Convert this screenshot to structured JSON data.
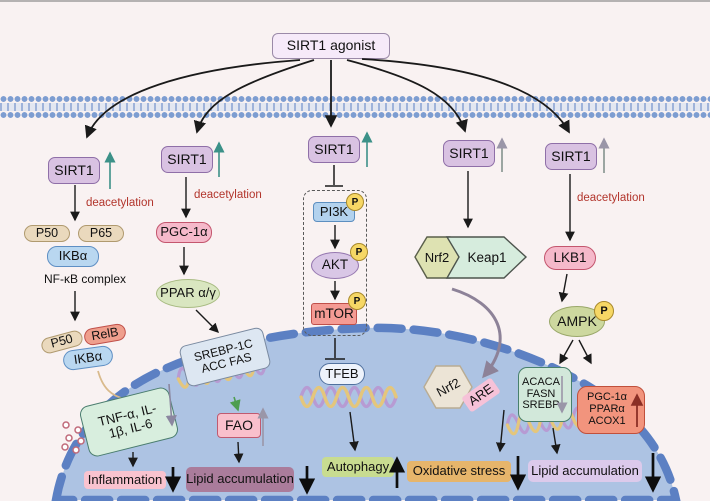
{
  "agonist": {
    "label": "SIRT1 agonist"
  },
  "shared": {
    "sirt1": "SIRT1",
    "deacetylation": "deacetylation",
    "phospho": "P"
  },
  "col1": {
    "p50": "P50",
    "p65": "P65",
    "ikba": "IKBα",
    "complex_caption": "NF-κB complex",
    "p50b": "P50",
    "relb": "RelB",
    "ikba2": "IKBα",
    "cytokines_line1": "TNF-α,  IL-",
    "cytokines_line2": "1β,  IL-6",
    "outcome": "Inflammation"
  },
  "col2": {
    "pgc1a": "PGC-1α",
    "ppar": "PPAR α/γ",
    "srebp_line1": "SREBP-1C",
    "srebp_line2": "ACC FAS",
    "fao": "FAO",
    "outcome": "Lipid accumulation"
  },
  "col3": {
    "pi3k": "PI3K",
    "akt": "AKT",
    "mtor": "mTOR",
    "tfeb": "TFEB",
    "outcome": "Autophagy"
  },
  "col4": {
    "nrf2": "Nrf2",
    "keap1": "Keap1",
    "nrf2_nuclear": "Nrf2",
    "are": "ARE",
    "outcome": "Oxidative stress"
  },
  "col5": {
    "lkb1": "LKB1",
    "ampk": "AMPK",
    "acaca_lines": {
      "0": "ACACA",
      "1": "FASN",
      "2": "SREBP"
    },
    "pgc_lines": {
      "0": "PGC-1α",
      "1": "PPARα",
      "2": "ACOX1"
    },
    "outcome": "Lipid accumulation"
  },
  "palette": {
    "background": "#f9f2f2",
    "cell_fill": "#adc3e3",
    "cell_border": "#5c80c3",
    "membrane": "#7d9dd1",
    "sirt1_fill": "#d9c2e2",
    "deacetylation_text": "#b2352c",
    "up_arrow_teal": "#3c9188",
    "phospho_fill": "#f6d765",
    "inflammation_fill": "#f9c3cf",
    "lipid_left_fill": "#aa7c9b",
    "autophagy_fill": "#c8dc90",
    "oxidative_fill": "#e6b56b",
    "lipid_right_fill": "#dccaeb"
  }
}
